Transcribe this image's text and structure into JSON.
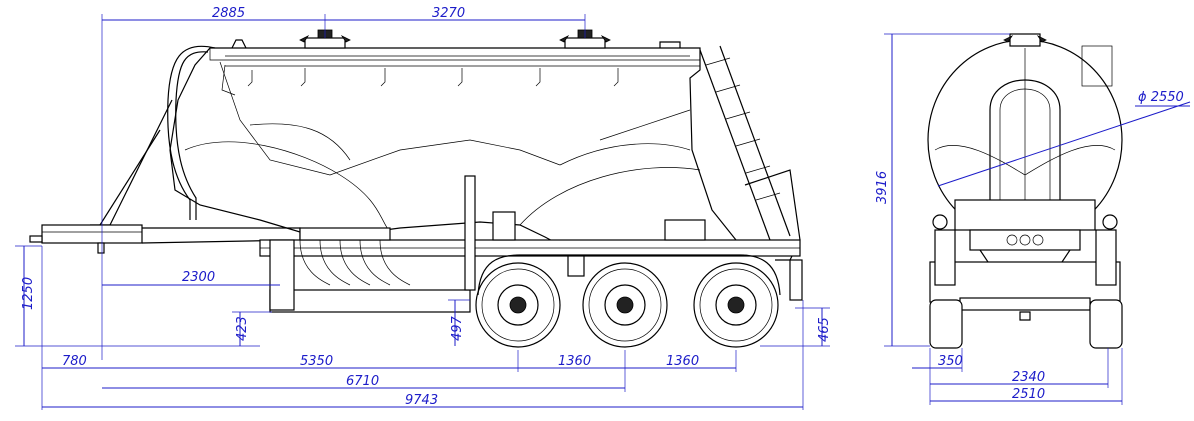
{
  "dimensions": {
    "top_left": "2885",
    "top_right": "3270",
    "height_total_side": "1250",
    "kingpin_to_axle": "2300",
    "ground_423": "423",
    "ground_497": "497",
    "ground_465": "465",
    "overhang_front": "780",
    "wheelbase_first": "5350",
    "axle_spacing_1": "1360",
    "axle_spacing_2": "1360",
    "to_middle_axle": "6710",
    "overall_length": "9743",
    "overall_height": "3916",
    "diameter": "ϕ 2550",
    "rear_track": "350",
    "wheel_track": "2340",
    "overall_width": "2510"
  },
  "colors": {
    "dimension": "#1c1cc9",
    "outline": "#000000"
  }
}
